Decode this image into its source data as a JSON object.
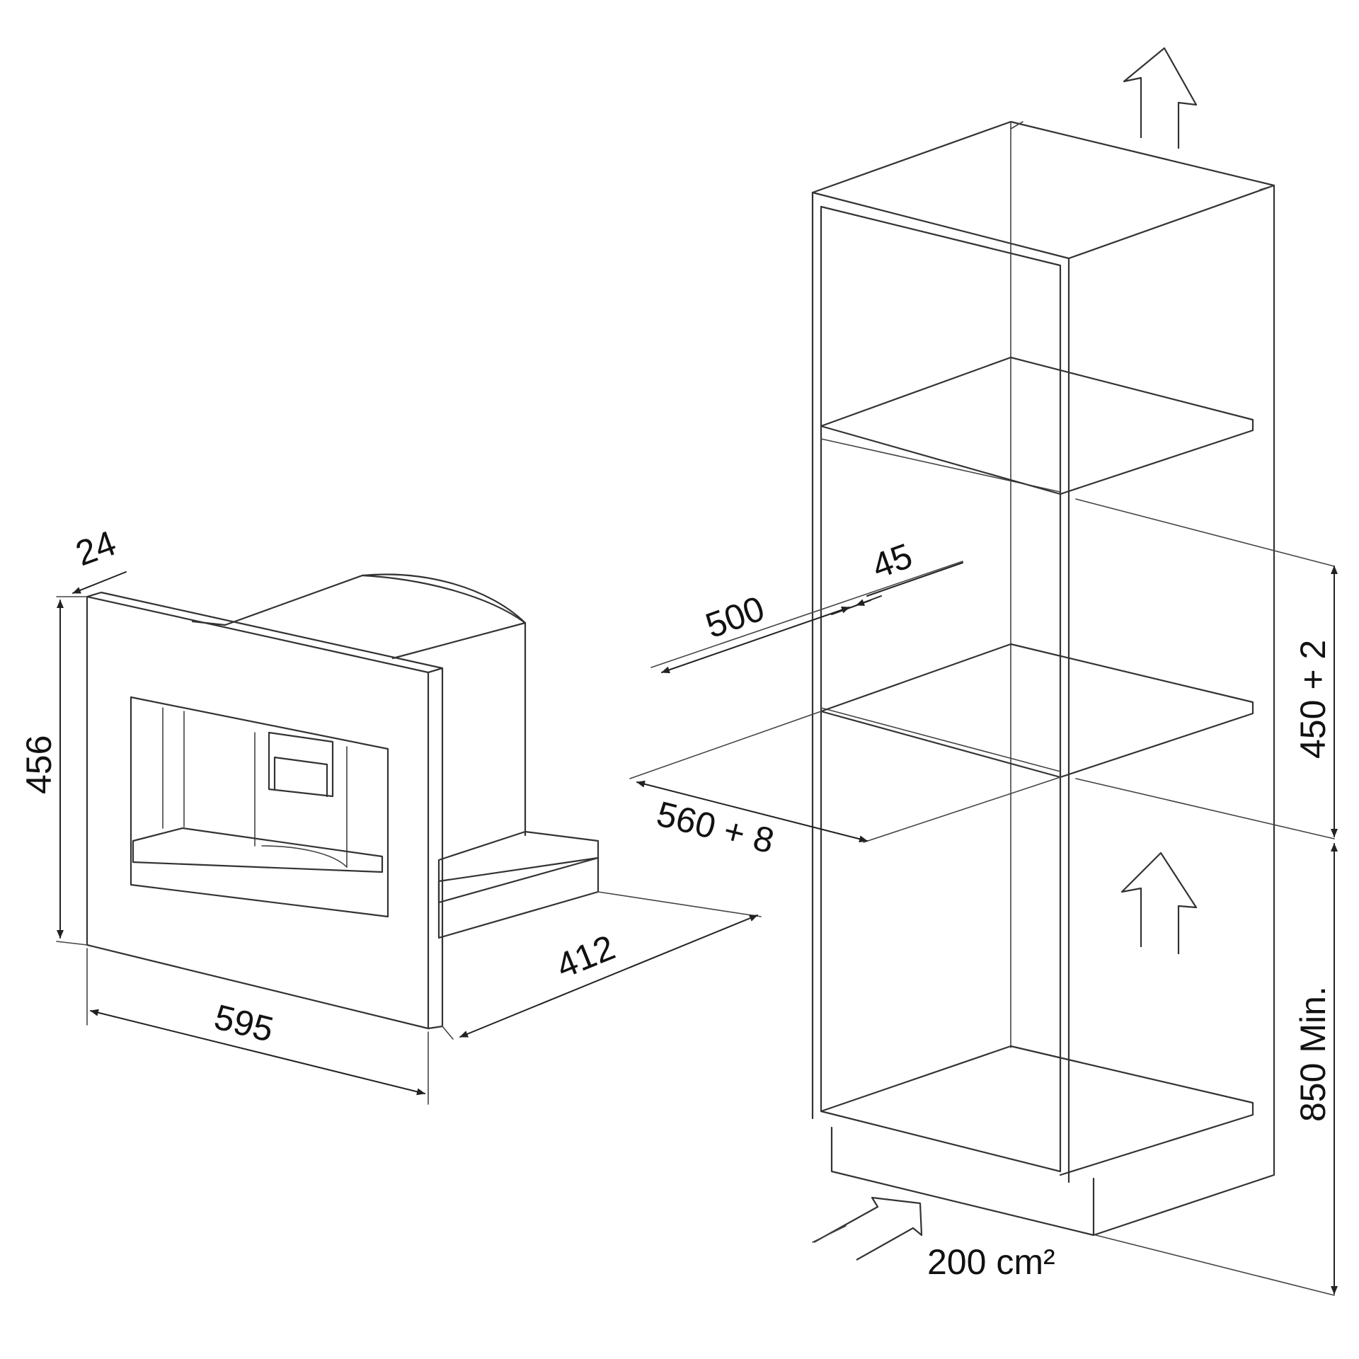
{
  "dimensions": {
    "appliance_frame_depth": "24",
    "appliance_height": "456",
    "appliance_width": "595",
    "appliance_depth": "412",
    "niche_depth": "500",
    "shelf_offset": "45",
    "niche_width": "560 + 8",
    "niche_height": "450 + 2",
    "niche_floor_height": "850 Min.",
    "ventilation_area": "200 cm²"
  },
  "colors": {
    "line": "#333333",
    "background": "#ffffff"
  },
  "icons": [
    "airflow-arrow-icon"
  ]
}
